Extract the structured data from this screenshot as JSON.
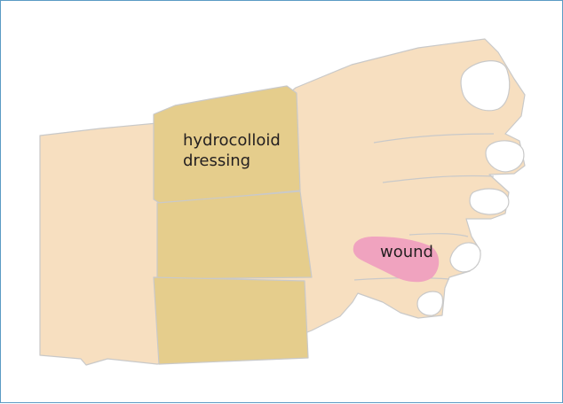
{
  "labels": {
    "dressing_line1": "hydrocolloid",
    "dressing_line2": "dressing",
    "wound": "wound"
  },
  "colors": {
    "skin": "#f7dfc0",
    "skin_outline": "#c9c9c9",
    "dressing": "#e5cd8c",
    "wound": "#f0a3bf",
    "nail": "#ffffff",
    "border": "#5b9bc4"
  }
}
